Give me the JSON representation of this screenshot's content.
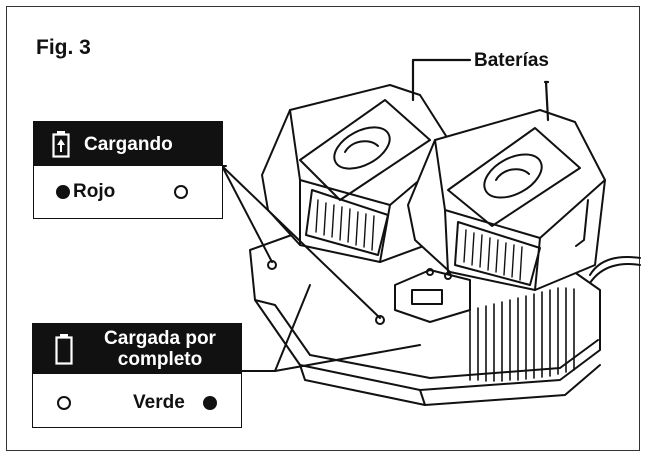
{
  "figure": {
    "title": "Fig. 3"
  },
  "callout": {
    "label": "Baterías"
  },
  "charging": {
    "title": "Cargando",
    "left_indicator": {
      "label": "Rojo",
      "state": "filled"
    },
    "right_indicator": {
      "state": "empty"
    }
  },
  "charged": {
    "title_line1": "Cargada por",
    "title_line2": "completo",
    "left_indicator": {
      "state": "empty"
    },
    "right_indicator": {
      "label": "Verde",
      "state": "filled"
    }
  },
  "colors": {
    "ink": "#111111",
    "background": "#ffffff",
    "frame": "#333333"
  },
  "icons": [
    "battery-charging-icon",
    "battery-full-icon",
    "red-led-icon",
    "green-led-icon"
  ]
}
